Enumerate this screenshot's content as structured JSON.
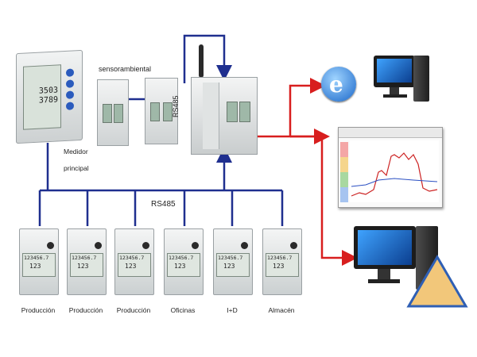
{
  "labels": {
    "sensor": "sensorambiental",
    "main_meter_line1": "Medidor",
    "main_meter_line2": "principal",
    "rs485_vertical": "RS485",
    "rs485_bus": "RS485"
  },
  "main_meter_readings": [
    "3503",
    "3789"
  ],
  "zone_meters": [
    {
      "name": "Producción",
      "reading": "123456.7",
      "sub": "123"
    },
    {
      "name": "Producción",
      "reading": "123456.7",
      "sub": "123"
    },
    {
      "name": "Producción",
      "reading": "123456.7",
      "sub": "123"
    },
    {
      "name": "Oficinas",
      "reading": "123456.7",
      "sub": "123"
    },
    {
      "name": "I+D",
      "reading": "123456.7",
      "sub": "123"
    },
    {
      "name": "Almacén",
      "reading": "123456.7",
      "sub": "123"
    }
  ],
  "colors": {
    "bus_line": "#1f2f8f",
    "data_line": "#d81e1e",
    "module_body": "#e4e6e6",
    "screen": "#cfd8d2"
  },
  "icons": [
    "antenna-icon",
    "internet-explorer-icon",
    "desktop-computer-icon",
    "software-chart-window",
    "warning-triangle-icon"
  ]
}
